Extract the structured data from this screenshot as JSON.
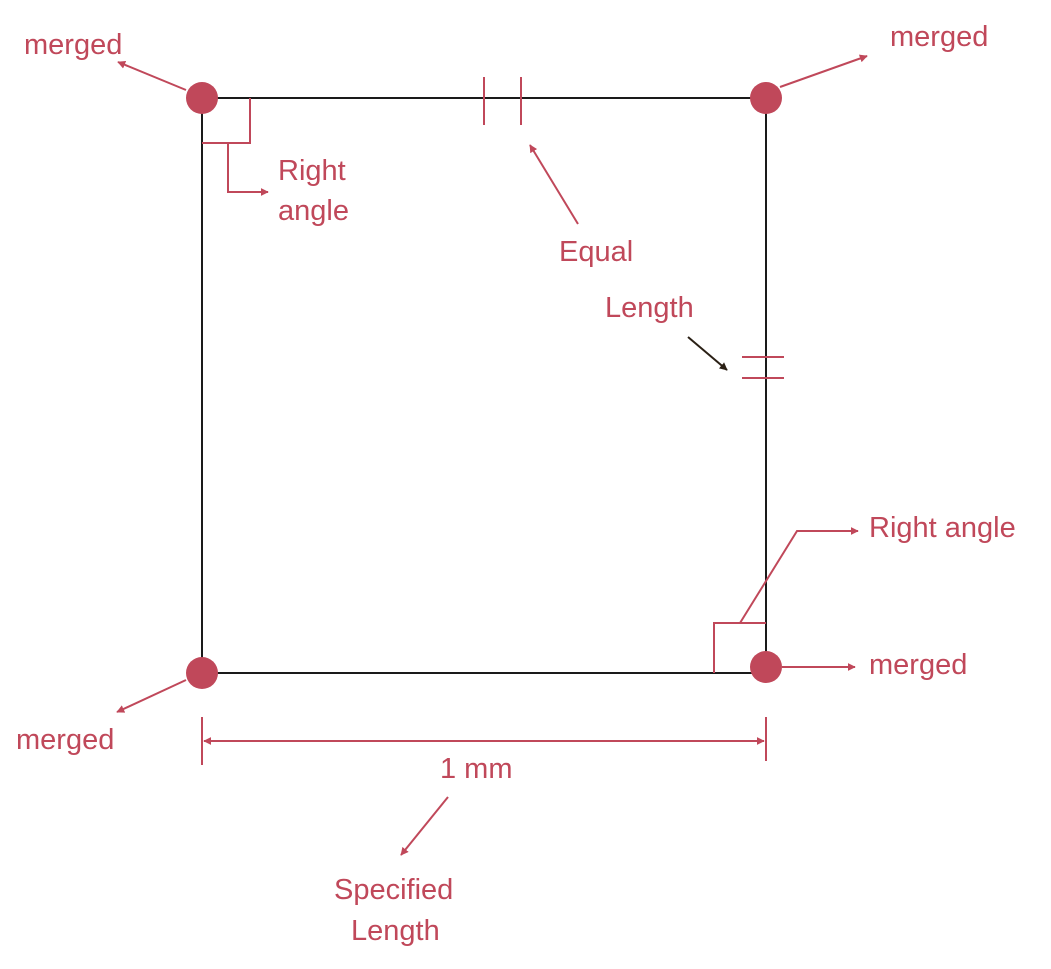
{
  "labels": {
    "merged_top_left": "merged",
    "merged_top_right": "merged",
    "merged_bottom_left": "merged",
    "merged_bottom_right": "merged",
    "right_angle_top_line1": "Right",
    "right_angle_top_line2": "angle",
    "right_angle_bottom": "Right angle",
    "equal": "Equal",
    "length": "Length",
    "dimension": "1 mm",
    "specified_line1": "Specified",
    "specified_line2": "Length"
  },
  "colors": {
    "accent": "#c0485a",
    "outline": "#1a1a1a",
    "dark_arrow": "#2a2015"
  }
}
